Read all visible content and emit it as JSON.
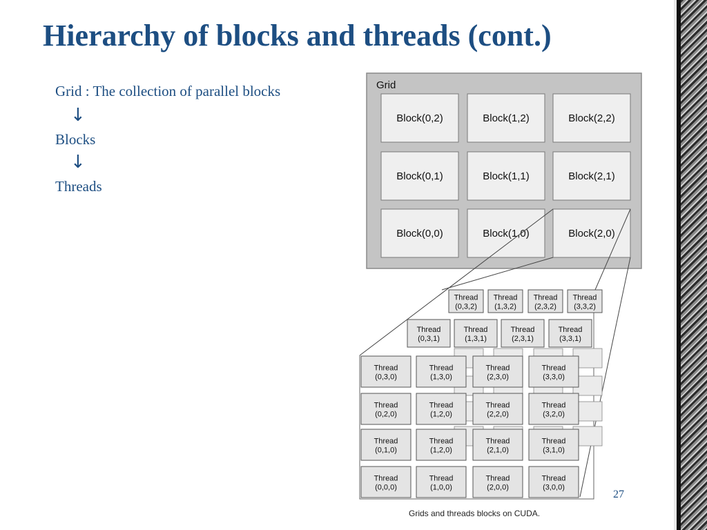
{
  "slide": {
    "title": "Hierarchy of blocks and threads (cont.)",
    "page_number": "27"
  },
  "content": {
    "line1": "Grid : The collection of parallel blocks",
    "line2": "Blocks",
    "line3": "Threads",
    "arrow": "↓"
  },
  "figure": {
    "grid_label": "Grid",
    "caption": "Grids and threads blocks on CUDA.",
    "thread_label": "Thread",
    "blocks": [
      [
        "Block(0,2)",
        "Block(1,2)",
        "Block(2,2)"
      ],
      [
        "Block(0,1)",
        "Block(1,1)",
        "Block(2,1)"
      ],
      [
        "Block(0,0)",
        "Block(1,0)",
        "Block(2,0)"
      ]
    ],
    "threads_z2": [
      "(0,3,2)",
      "(1,3,2)",
      "(2,3,2)",
      "(3,3,2)"
    ],
    "threads_z1": [
      "(0,3,1)",
      "(1,3,1)",
      "(2,3,1)",
      "(3,3,1)"
    ],
    "threads_front": [
      [
        "(0,3,0)",
        "(1,3,0)",
        "(2,3,0)",
        "(3,3,0)"
      ],
      [
        "(0,2,0)",
        "(1,2,0)",
        "(2,2,0)",
        "(3,2,0)"
      ],
      [
        "(0,1,0)",
        "(1,2,0)",
        "(2,1,0)",
        "(3,1,0)"
      ],
      [
        "(0,0,0)",
        "(1,0,0)",
        "(2,0,0)",
        "(3,0,0)"
      ]
    ]
  },
  "colors": {
    "title": "#1d4e82",
    "grid_bg": "#c4c4c4",
    "block_bg": "#efefef",
    "thread_bg": "#e4e4e4"
  }
}
